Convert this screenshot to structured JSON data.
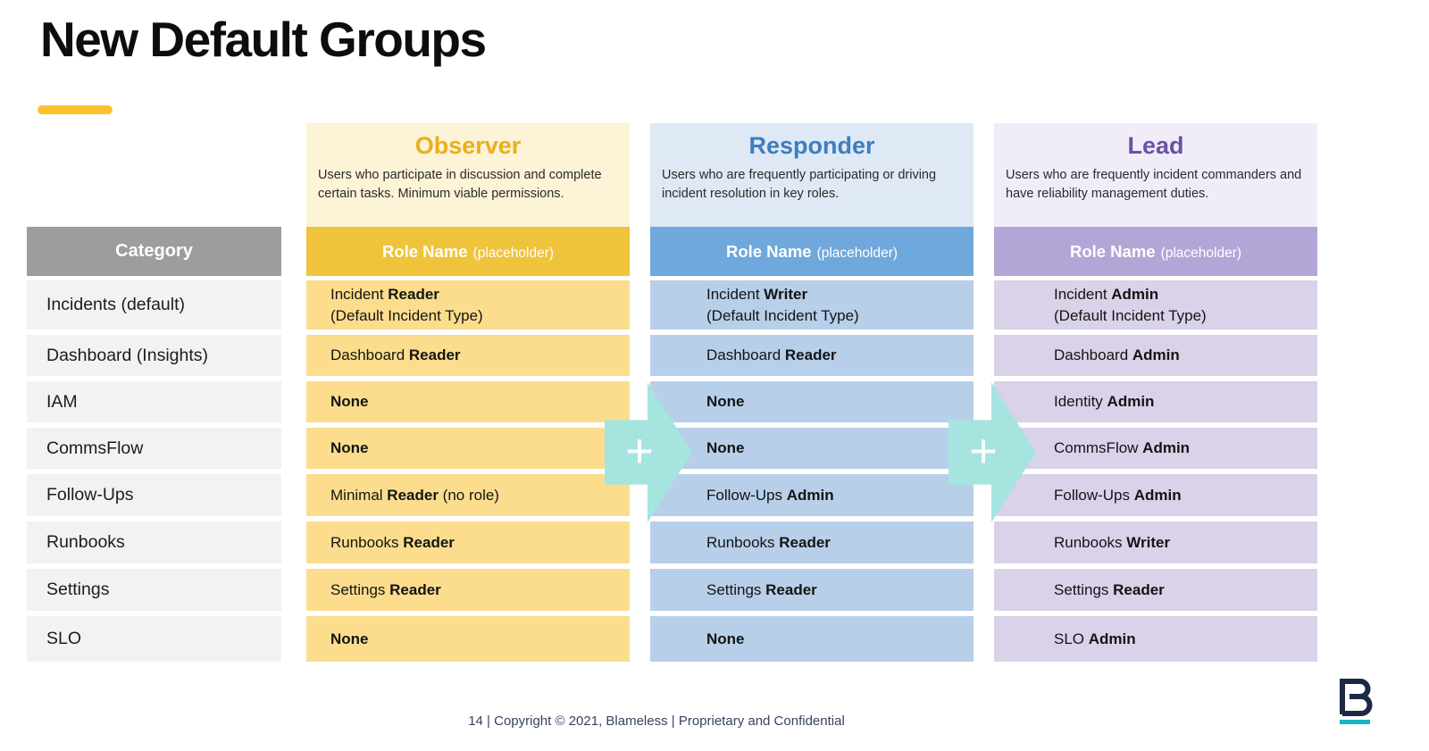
{
  "slide": {
    "title": "New Default Groups",
    "footer": "14 | Copyright © 2021, Blameless | Proprietary and Confidential"
  },
  "palette": {
    "accent_bar": "#FCC22D",
    "category_header_bg": "#9D9D9D",
    "category_row_bg": "#F2F2F2",
    "observer_header_bg": "#F0C33C",
    "observer_row_bg": "#FBDD8D",
    "observer_title": "#E9AF1D",
    "responder_header_bg": "#6FA8DC",
    "responder_row_bg": "#B7CFE9",
    "responder_title": "#3D7EBE",
    "lead_header_bg": "#B3A6D6",
    "lead_row_bg": "#D9D2E9",
    "lead_title": "#6B50A7",
    "arrow": "#A6E4E0",
    "logo_navy": "#1B2945",
    "logo_teal": "#17B6C5"
  },
  "category": {
    "header": "Category",
    "rows": [
      "Incidents (default)",
      "Dashboard (Insights)",
      "IAM",
      "CommsFlow",
      "Follow-Ups",
      "Runbooks",
      "Settings",
      "SLO"
    ]
  },
  "role_header": {
    "bold": "Role Name",
    "suffix": "(placeholder)"
  },
  "arrows": [
    {
      "symbol": "+"
    },
    {
      "symbol": "+"
    }
  ],
  "columns": [
    {
      "title": "Observer",
      "description": "Users who participate in discussion and complete certain tasks. Minimum viable permissions.",
      "rows": [
        {
          "pre": "Incident ",
          "bold": "Reader",
          "post": "",
          "line2": "(Default Incident Type)"
        },
        {
          "pre": "Dashboard ",
          "bold": "Reader",
          "post": "",
          "line2": ""
        },
        {
          "pre": "",
          "bold": "None",
          "post": "",
          "line2": ""
        },
        {
          "pre": "",
          "bold": "None",
          "post": "",
          "line2": ""
        },
        {
          "pre": "Minimal ",
          "bold": "Reader",
          "post": " (no role)",
          "line2": ""
        },
        {
          "pre": "Runbooks ",
          "bold": "Reader",
          "post": "",
          "line2": ""
        },
        {
          "pre": "Settings ",
          "bold": "Reader",
          "post": "",
          "line2": ""
        },
        {
          "pre": "",
          "bold": "None",
          "post": "",
          "line2": ""
        }
      ]
    },
    {
      "title": "Responder",
      "description": "Users who are frequently participating or driving incident resolution in key roles.",
      "rows": [
        {
          "pre": "Incident ",
          "bold": "Writer",
          "post": "",
          "line2": "(Default Incident Type)"
        },
        {
          "pre": "Dashboard ",
          "bold": "Reader",
          "post": "",
          "line2": ""
        },
        {
          "pre": "",
          "bold": "None",
          "post": "",
          "line2": ""
        },
        {
          "pre": "",
          "bold": "None",
          "post": "",
          "line2": ""
        },
        {
          "pre": "Follow-Ups ",
          "bold": "Admin",
          "post": "",
          "line2": ""
        },
        {
          "pre": "Runbooks ",
          "bold": "Reader",
          "post": "",
          "line2": ""
        },
        {
          "pre": "Settings ",
          "bold": "Reader",
          "post": "",
          "line2": ""
        },
        {
          "pre": "",
          "bold": "None",
          "post": "",
          "line2": ""
        }
      ]
    },
    {
      "title": "Lead",
      "description": "Users who are frequently incident commanders and have reliability management duties.",
      "rows": [
        {
          "pre": "Incident ",
          "bold": "Admin",
          "post": "",
          "line2": "(Default Incident Type)"
        },
        {
          "pre": "Dashboard ",
          "bold": "Admin",
          "post": "",
          "line2": ""
        },
        {
          "pre": "Identity ",
          "bold": "Admin",
          "post": "",
          "line2": ""
        },
        {
          "pre": "CommsFlow ",
          "bold": "Admin",
          "post": "",
          "line2": ""
        },
        {
          "pre": "Follow-Ups ",
          "bold": "Admin",
          "post": "",
          "line2": ""
        },
        {
          "pre": "Runbooks ",
          "bold": "Writer",
          "post": "",
          "line2": ""
        },
        {
          "pre": "Settings ",
          "bold": "Reader",
          "post": "",
          "line2": ""
        },
        {
          "pre": "SLO ",
          "bold": "Admin",
          "post": "",
          "line2": ""
        }
      ]
    }
  ]
}
